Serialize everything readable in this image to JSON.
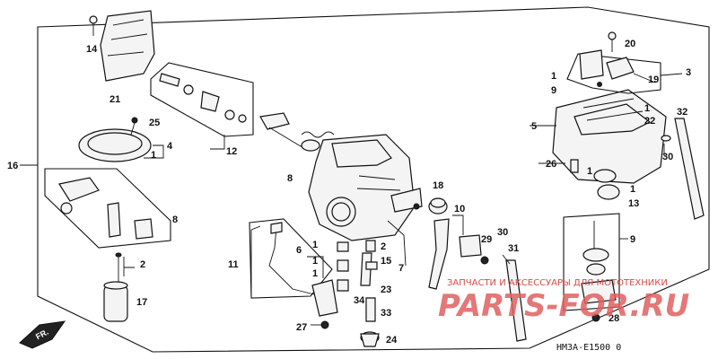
{
  "callouts": {
    "c1a": "1",
    "c1b": "1",
    "c1c": "1",
    "c1d": "1",
    "c1e": "1",
    "c1f": "1",
    "c1g": "1",
    "c1h": "1",
    "c2a": "2",
    "c2b": "2",
    "c3": "3",
    "c4": "4",
    "c5": "5",
    "c6": "6",
    "c7": "7",
    "c8a": "8",
    "c8b": "8",
    "c9a": "9",
    "c9b": "9",
    "c10": "10",
    "c11": "11",
    "c12": "12",
    "c13": "13",
    "c14": "14",
    "c15": "15",
    "c16": "16",
    "c17": "17",
    "c18": "18",
    "c19": "19",
    "c20": "20",
    "c21": "21",
    "c22": "22",
    "c23": "23",
    "c24": "24",
    "c25": "25",
    "c26": "26",
    "c27": "27",
    "c28": "28",
    "c29": "29",
    "c30a": "30",
    "c30b": "30",
    "c31": "31",
    "c32": "32",
    "c33": "33",
    "c34": "34"
  },
  "direction_label": "FR.",
  "diagram_code": "HM3A-E1500 0",
  "watermark": {
    "tagline": "ЗАПЧАСТИ И АКСЕССУАРЫ ДЛЯ МОТОТЕХНИКИ",
    "logo": "PARTS-FOR.RU",
    "color": "#e06060"
  }
}
